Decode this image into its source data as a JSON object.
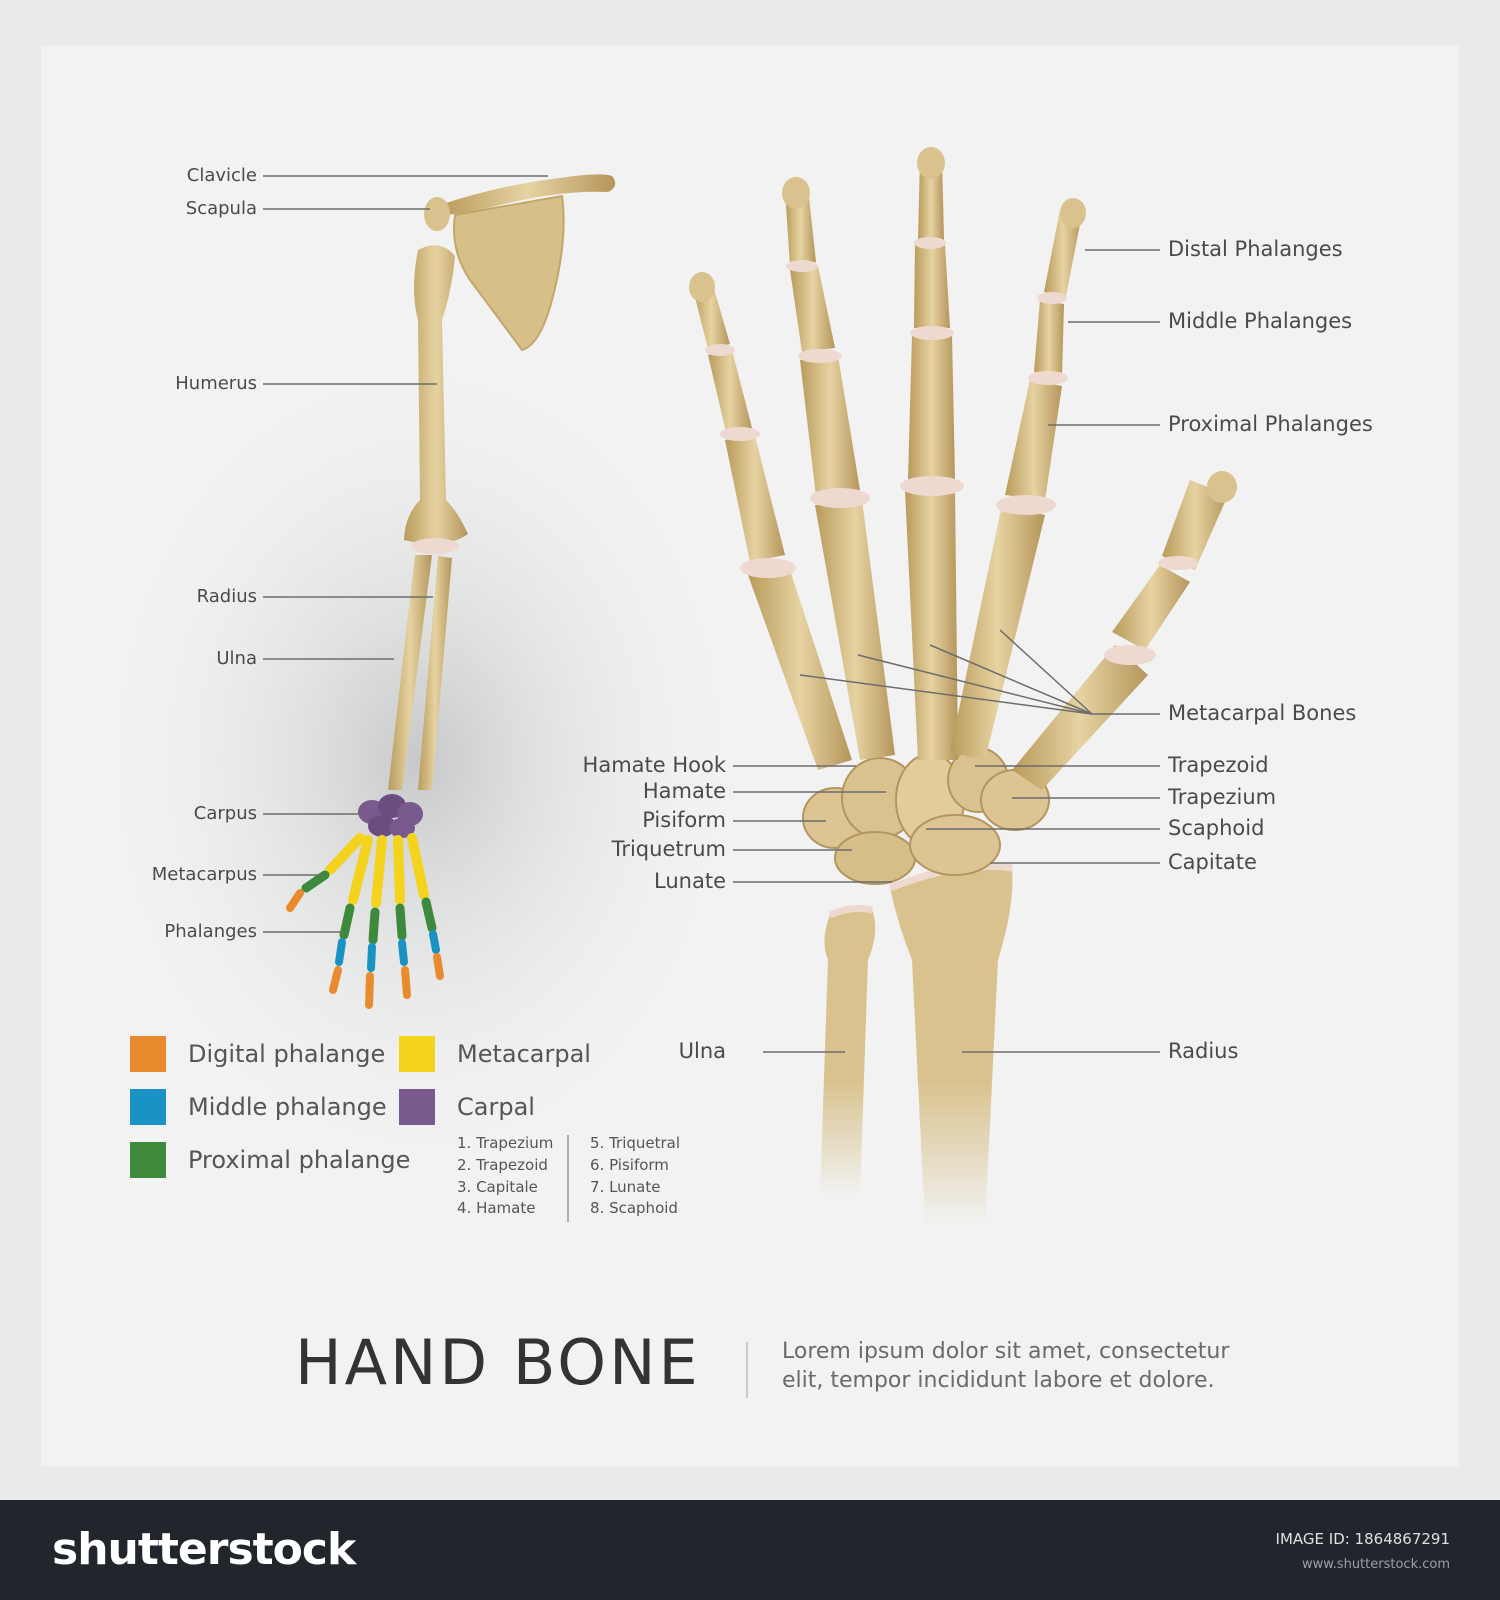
{
  "title": "HAND BONE",
  "description": [
    "Lorem ipsum dolor sit amet, consectetur",
    "elit, tempor incididunt labore et dolore."
  ],
  "arm_labels": [
    "Clavicle",
    "Scapula",
    "Humerus",
    "Radius",
    "Ulna",
    "Carpus",
    "Metacarpus",
    "Phalanges"
  ],
  "hand_labels_right": [
    "Distal Phalanges",
    "Middle Phalanges",
    "Proximal Phalanges",
    "Metacarpal Bones",
    "Trapezoid",
    "Trapezium",
    "Scaphoid",
    "Capitate",
    "Radius"
  ],
  "hand_labels_left": [
    "Hamate Hook",
    "Hamate",
    "Pisiform",
    "Triquetrum",
    "Lunate",
    "Ulna"
  ],
  "legend": [
    {
      "label": "Digital phalange",
      "color": "#ea8a2e"
    },
    {
      "label": "Middle phalange",
      "color": "#1b92c4"
    },
    {
      "label": "Proximal phalange",
      "color": "#3d8a3d"
    },
    {
      "label": "Metacarpal",
      "color": "#f4d31c"
    },
    {
      "label": "Carpal",
      "color": "#7a5a8e"
    }
  ],
  "carpal_list": [
    "1. Trapezium",
    "2. Trapezoid",
    "3. Capitale",
    "4. Hamate",
    "5. Triquetral",
    "6. Pisiform",
    "7. Lunate",
    "8. Scaphoid"
  ],
  "colors": {
    "bone": "#d9c28e",
    "cartilage": "#eed9d0",
    "footer": "#21252c"
  },
  "footer": {
    "brand": "shutterstock",
    "image_id": "IMAGE ID: 1864867291",
    "site": "www.shutterstock.com"
  }
}
